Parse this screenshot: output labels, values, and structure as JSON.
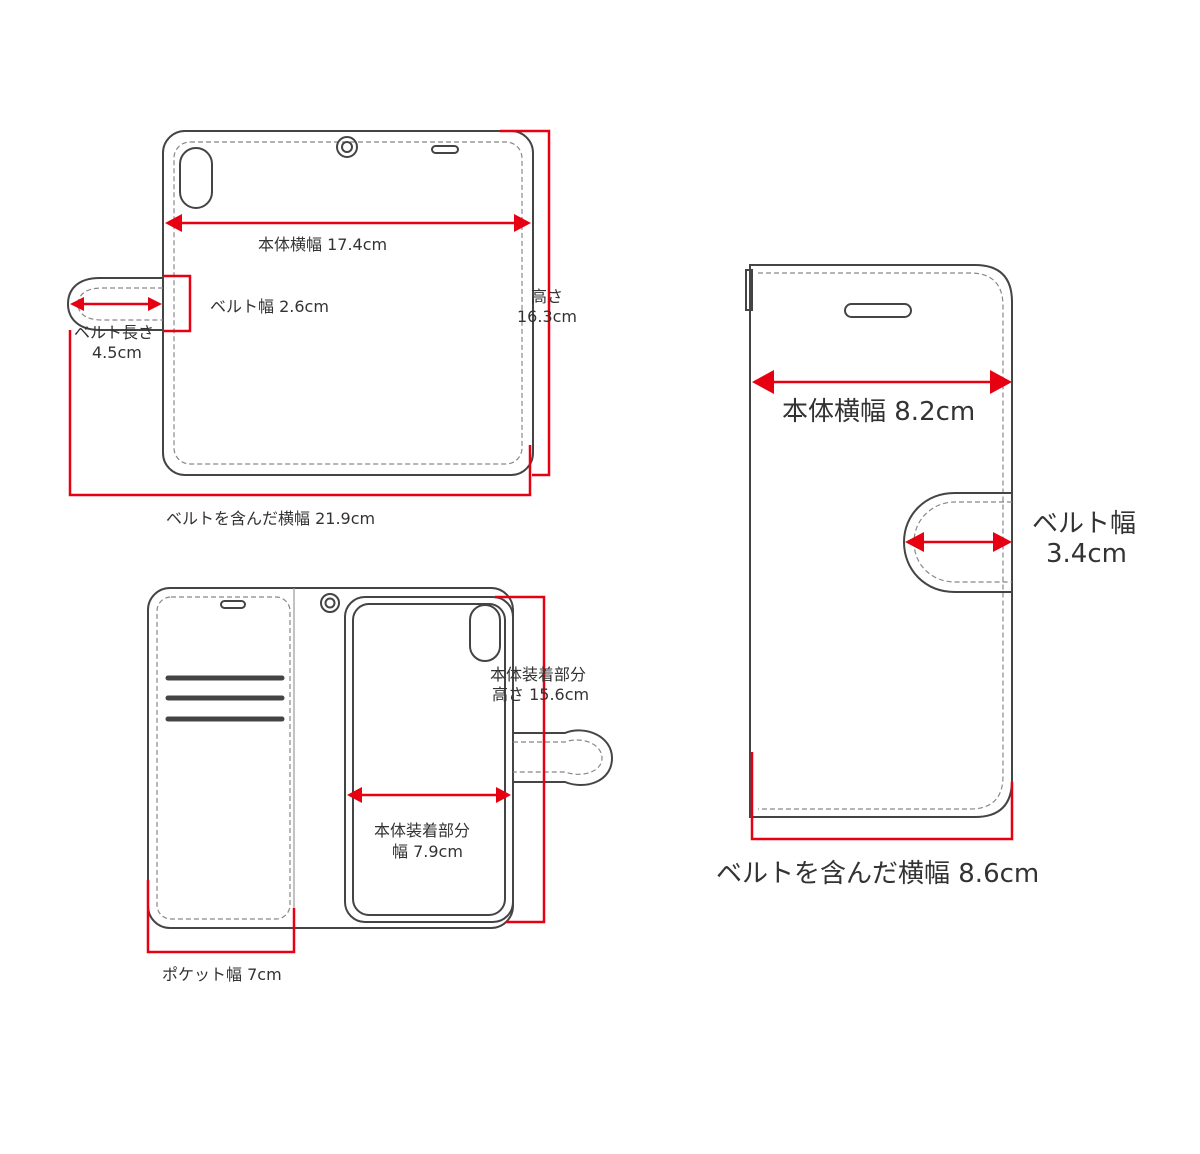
{
  "labels": {
    "top_body_width": "本体横幅 17.4cm",
    "top_belt_width": "ベルト幅 2.6cm",
    "top_belt_length_line1": "ベルト長さ",
    "top_belt_length_line2": "4.5cm",
    "top_height_line1": "高さ",
    "top_height_line2": "16.3cm",
    "top_total_width": "ベルトを含んだ横幅 21.9cm",
    "bottom_mount_height_line1": "本体装着部分",
    "bottom_mount_height_line2": "高さ 15.6cm",
    "bottom_mount_width_line1": "本体装着部分",
    "bottom_mount_width_line2": "幅 7.9cm",
    "bottom_pocket_width": "ポケット幅 7cm",
    "side_body_width": "本体横幅 8.2cm",
    "side_belt_width_line1": "ベルト幅",
    "side_belt_width_line2": "3.4cm",
    "side_total_width": "ベルトを含んだ横幅 8.6cm"
  },
  "colors": {
    "dimension_line": "#e60012",
    "outline": "#444444",
    "stitch": "#888888",
    "text": "#333333"
  }
}
